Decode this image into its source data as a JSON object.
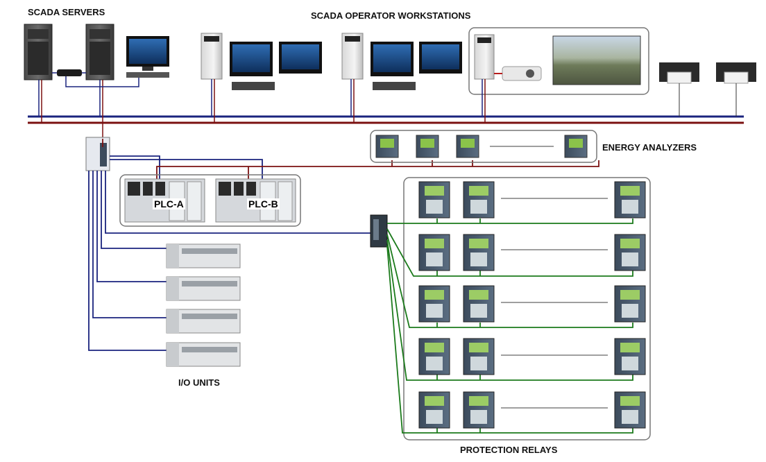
{
  "labels": {
    "scada_servers": "SCADA SERVERS",
    "operator_workstations": "SCADA OPERATOR WORKSTATIONS",
    "energy_analyzers": "ENERGY ANALYZERS",
    "plc_a": "PLC-A",
    "plc_b": "PLC-B",
    "io_units": "I/O UNITS",
    "protection_relays": "PROTECTION RELAYS"
  },
  "colors": {
    "network_blue": "#1a237e",
    "network_red": "#7b1010",
    "fiber_green": "#1b7a1b",
    "group_border": "#777777"
  },
  "counts": {
    "workstation_groups": 2,
    "printers": 2,
    "energy_analyzers_shown": 4,
    "io_units": 4,
    "relay_rows": 5,
    "relays_per_row_shown": 3
  }
}
